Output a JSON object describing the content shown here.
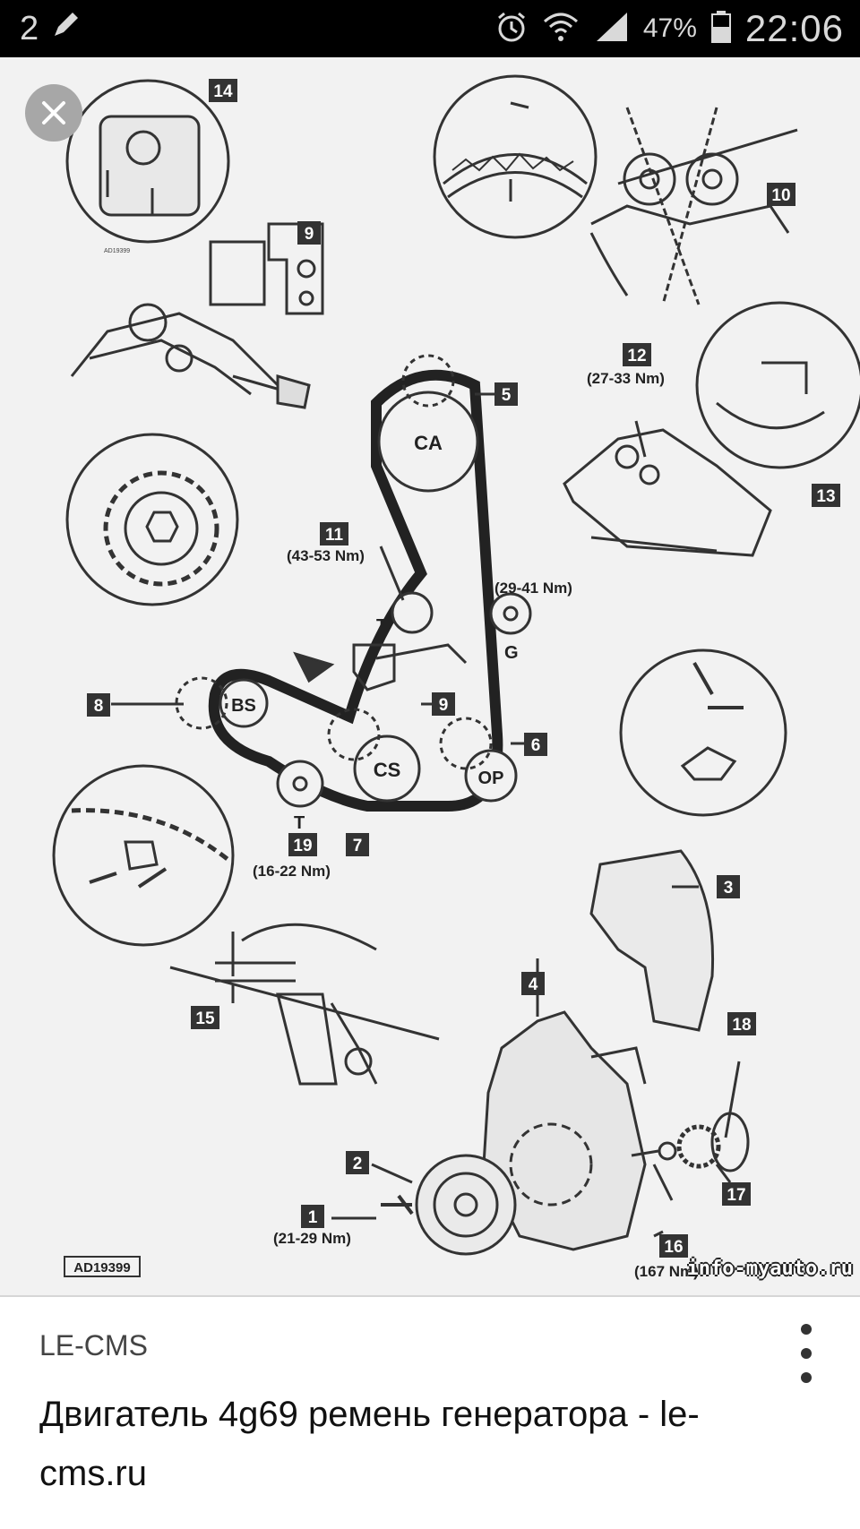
{
  "status_bar": {
    "notification_count": "2",
    "battery_percent": "47%",
    "time": "22:06"
  },
  "diagram": {
    "sprockets": {
      "camshaft": "CA",
      "balance_shaft": "BS",
      "crankshaft": "CS",
      "oil_pump": "OP"
    },
    "roller_labels": {
      "tensioner": "T",
      "guide": "G",
      "tensioner_2": "T"
    },
    "callouts": [
      "1",
      "2",
      "3",
      "4",
      "5",
      "6",
      "7",
      "8",
      "9",
      "10",
      "11",
      "12",
      "13",
      "14",
      "15",
      "16",
      "17",
      "18",
      "19"
    ],
    "torques": {
      "t11": "(43-53 Nm)",
      "t12": "(27-33 Nm)",
      "t_guide": "(29-41 Nm)",
      "t19": "(16-22 Nm)",
      "t1": "(21-29 Nm)",
      "t16": "(167 Nm)"
    },
    "ref_code": "AD19399",
    "small_ref": "AD19399"
  },
  "watermark": "info-myauto.ru",
  "caption": {
    "source": "LE-CMS",
    "title": "Двигатель 4g69 ремень генератора - le-cms.ru"
  }
}
